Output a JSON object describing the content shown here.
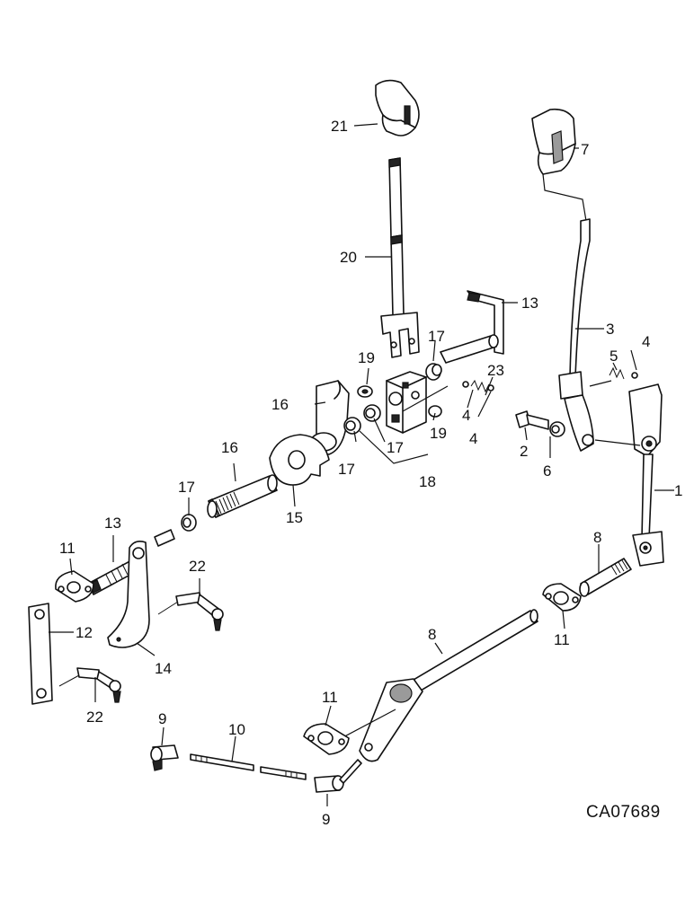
{
  "drawing_code": "CA07689",
  "callouts": {
    "c1": "1",
    "c2": "2",
    "c3": "3",
    "c4a": "4",
    "c4b": "4",
    "c4c": "4",
    "c5": "5",
    "c6": "6",
    "c7": "7",
    "c8a": "8",
    "c8b": "8",
    "c9a": "9",
    "c9b": "9",
    "c10": "10",
    "c11a": "11",
    "c11b": "11",
    "c11c": "11",
    "c12": "12",
    "c13a": "13",
    "c13b": "13",
    "c14": "14",
    "c15": "15",
    "c16a": "16",
    "c16b": "16",
    "c17a": "17",
    "c17b": "17",
    "c17c": "17",
    "c17d": "17",
    "c18": "18",
    "c19a": "19",
    "c19b": "19",
    "c20": "20",
    "c21": "21",
    "c22a": "22",
    "c22b": "22",
    "c23": "23"
  },
  "colors": {
    "ink": "#111111",
    "background": "#ffffff",
    "shade": "#9a9a9a"
  }
}
